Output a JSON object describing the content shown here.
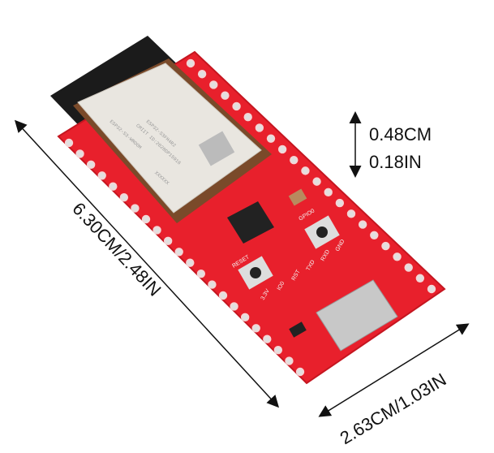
{
  "dimensions": {
    "length": "6.30CM/2.48IN",
    "width": "2.63CM/1.03IN",
    "thickness_cm": "0.48CM",
    "thickness_in": "0.18IN"
  },
  "board": {
    "color": "#e8202c",
    "silk_labels": [
      "RESET",
      "GPIO0",
      "3.3V",
      "IO0",
      "RST",
      "TXD",
      "RXD",
      "GND"
    ],
    "module_lines": [
      "ESP32-S3-WROOM",
      "ESP32-S3FH4R2",
      "CMIIT ID:2020DP15916",
      "XXXXXX"
    ]
  },
  "colors": {
    "board": "#e8202c",
    "module": "#e9e6e0",
    "antenna": "#1b1b1b",
    "pads": "#c9a66b"
  }
}
